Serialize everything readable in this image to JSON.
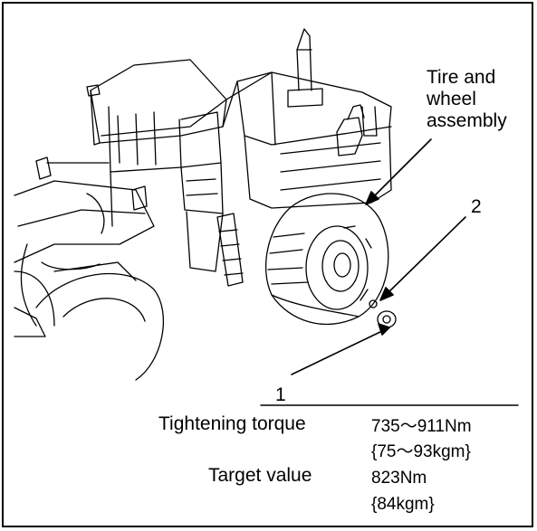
{
  "labels": {
    "tire_wheel_assembly": "Tire and\nwheel\nassembly",
    "callout_nut": "2",
    "callout_washer": "1"
  },
  "specs": {
    "tightening_torque": {
      "label": "Tightening torque",
      "nm": "735～911Nm",
      "kgm": "{75～93kgm}"
    },
    "target_value": {
      "label": "Target value",
      "nm": "823Nm",
      "kgm": "{84kgm}"
    }
  },
  "colors": {
    "ink": "#000000",
    "paper": "#ffffff"
  }
}
